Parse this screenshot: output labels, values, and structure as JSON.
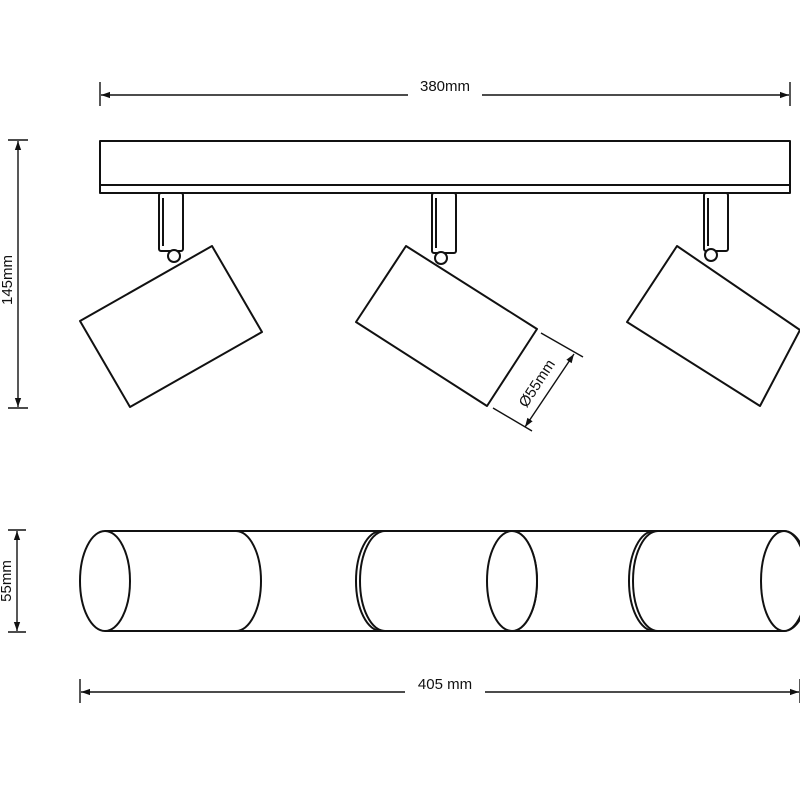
{
  "dimensions": {
    "top_width": "380mm",
    "height": "145mm",
    "shade_diameter": "Ø55mm",
    "bottom_height": "55mm",
    "bottom_width": "405 mm"
  },
  "colors": {
    "line": "#111111",
    "background": "#ffffff"
  }
}
